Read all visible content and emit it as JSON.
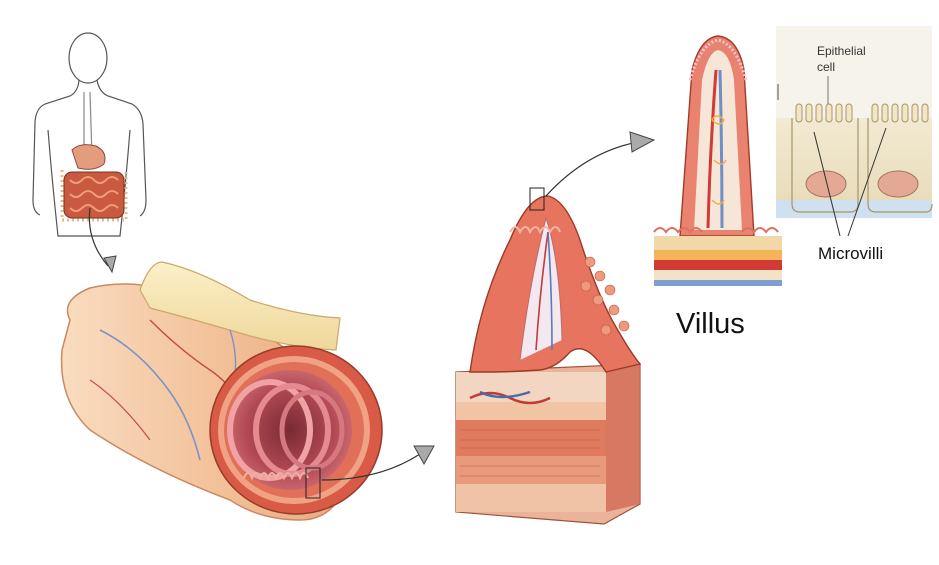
{
  "labels": {
    "villus": "Villus",
    "microvilli": "Microvilli",
    "epithelial_line1": "Epithelial",
    "epithelial_line2": "cell"
  },
  "colors": {
    "intestine_outer": "#f4c8a4",
    "intestine_inner": "#c9646a",
    "mucosa_red": "#d9564c",
    "muscle": "#e5846a",
    "vein_blue": "#6f8fc6",
    "artery_red": "#d23a36",
    "cell_beige": "#efe4c8",
    "nucleus": "#e3a994",
    "arrow_gray": "#9c9c9c",
    "bg": "#ffffff"
  },
  "icons": [
    "human-silhouette-icon",
    "arrow-icon"
  ]
}
